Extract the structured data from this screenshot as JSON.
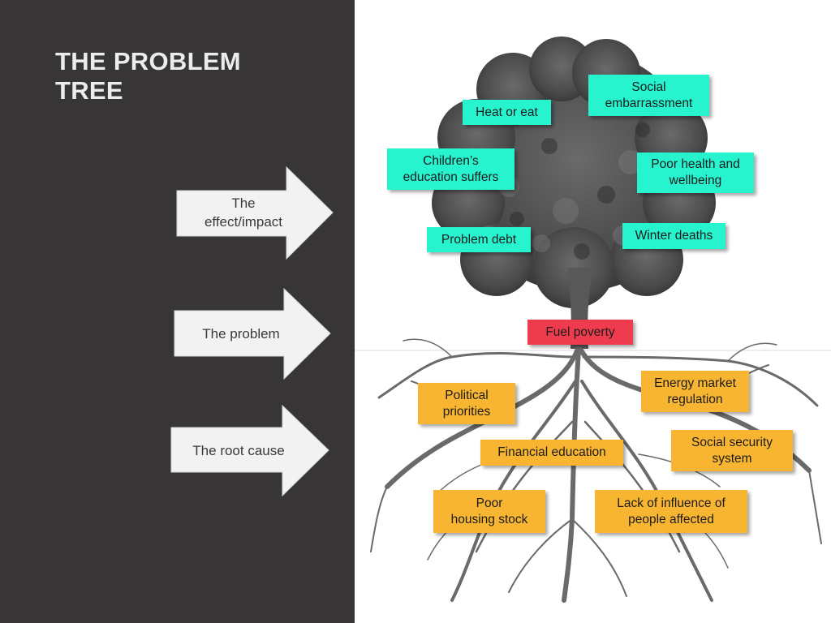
{
  "slide": {
    "title": "THE PROBLEM\nTREE",
    "colors": {
      "left_panel": "#373536",
      "title_text": "#ececec",
      "arrow_fill": "#f2f2f2",
      "effect_tag": "#27f3cf",
      "problem_tag": "#ee3b4e",
      "cause_tag": "#f8b532"
    }
  },
  "arrows": {
    "effect": "The\neffect/impact",
    "problem": "The problem",
    "root_cause": "The root cause"
  },
  "effects": {
    "social_embarrassment": "Social\nembarrassment",
    "heat_or_eat": "Heat or eat",
    "childrens_education": "Children’s\neducation suffers",
    "poor_health": "Poor health and\nwellbeing",
    "problem_debt": "Problem debt",
    "winter_deaths": "Winter deaths"
  },
  "problem": {
    "fuel_poverty": "Fuel poverty"
  },
  "causes": {
    "energy_market": "Energy market\nregulation",
    "political_priorities": "Political\npriorities",
    "social_security": "Social security\nsystem",
    "financial_education": "Financial education",
    "poor_housing": "Poor\nhousing stock",
    "lack_of_influence": "Lack of influence of\npeople affected"
  }
}
